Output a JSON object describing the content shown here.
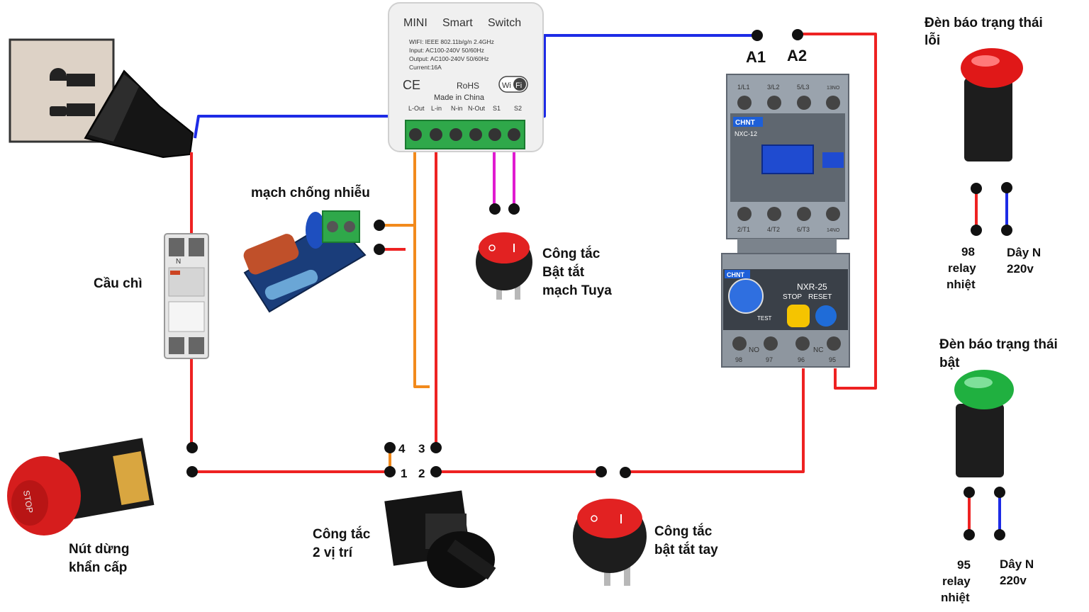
{
  "colors": {
    "live": "#ee2222",
    "neutral": "#1d2be6",
    "signal": "#f28a1c",
    "switch_wire": "#e01bd0",
    "terminal": "#111111",
    "lamp_red": "#e01818",
    "lamp_green": "#20b040"
  },
  "smart_switch": {
    "title_words": [
      "MINI",
      "Smart",
      "Switch"
    ],
    "spec_lines": [
      "WIFI: IEEE 802.11b/g/n 2.4GHz",
      "Input: AC100-240V 50/60Hz",
      "Output:  AC100-240V 50/60Hz",
      "Current:16A"
    ],
    "rohs": "RoHS",
    "made_in": "Made in China",
    "ce": "CE",
    "wifi_badge_left": "Wi",
    "wifi_badge_right": "Fi",
    "terminal_labels": [
      "L-Out",
      "L-in",
      "N-in",
      "N-Out",
      "S1",
      "S2"
    ]
  },
  "contactor": {
    "coil_a1": "A1",
    "coil_a2": "A2",
    "brand": "CHNT",
    "model": "NXC-12",
    "top_terminals": [
      "1/L1",
      "3/L2",
      "5/L3",
      "13NO"
    ],
    "bottom_terminals": [
      "2/T1",
      "4/T2",
      "6/T3",
      "14NO"
    ]
  },
  "overload_relay": {
    "brand": "CHNT",
    "model": "NXR-25",
    "stop": "STOP",
    "reset": "RESET",
    "test": "TEST",
    "no": "NO",
    "nc": "NC",
    "terminals": [
      "98",
      "97",
      "96",
      "95"
    ]
  },
  "labels": {
    "noise_filter": "mạch chống nhiễu",
    "fuse": "Cầu chì",
    "tuya_switch": [
      "Công tắc",
      "Bật tắt",
      "mạch Tuya"
    ],
    "selector": [
      "Công tắc",
      "2 vị trí"
    ],
    "manual_switch": [
      "Công tắc",
      "bật tắt tay"
    ],
    "estop": [
      "Nút dừng",
      "khẩn cấp"
    ],
    "estop_cap": "STOP",
    "fuse_n": "N",
    "fault_lamp_title": [
      "Đèn báo trạng thái",
      "lỗi"
    ],
    "fault_lamp_wires": [
      "98",
      "relay",
      "nhiệt"
    ],
    "fault_lamp_n": [
      "Dây N",
      "220v"
    ],
    "on_lamp_title": [
      "Đèn báo trạng thái",
      "bật"
    ],
    "on_lamp_wires": [
      "95",
      "relay",
      "nhiệt"
    ],
    "on_lamp_n": [
      "Dây N",
      "220v"
    ],
    "selector_terminals": [
      "4",
      "3",
      "1",
      "2"
    ]
  }
}
